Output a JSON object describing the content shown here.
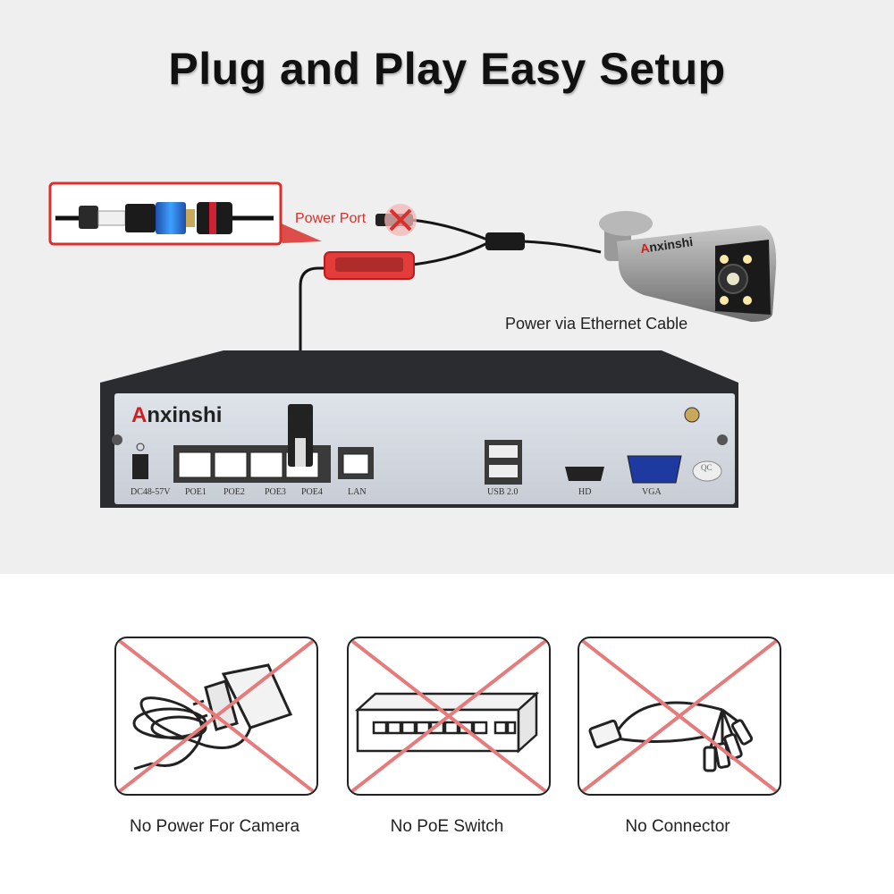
{
  "title": "Plug and Play Easy Setup",
  "diagram": {
    "power_port_label": "Power Port",
    "poe_caption": "Power via Ethernet Cable",
    "brand": {
      "first_letter": "A",
      "rest": "nxinshi"
    },
    "camera_brand": {
      "first_letter": "A",
      "rest": "nxinshi"
    },
    "nvr_ports": {
      "dc": "DC48-57V",
      "poe1": "POE1",
      "poe2": "POE2",
      "poe3": "POE3",
      "poe4": "POE4",
      "lan": "LAN",
      "usb": "USB 2.0",
      "hd": "HD",
      "vga": "VGA",
      "qc": "QC"
    }
  },
  "not_needed": [
    {
      "caption": "No Power For Camera",
      "icon": "power-adapter-icon"
    },
    {
      "caption": "No PoE Switch",
      "icon": "poe-switch-icon"
    },
    {
      "caption": "No Connector",
      "icon": "bnc-connector-cable-icon"
    }
  ],
  "colors": {
    "accent_red": "#d9302c",
    "cross_red": "#e57b7b",
    "background_top": "#efefef"
  }
}
